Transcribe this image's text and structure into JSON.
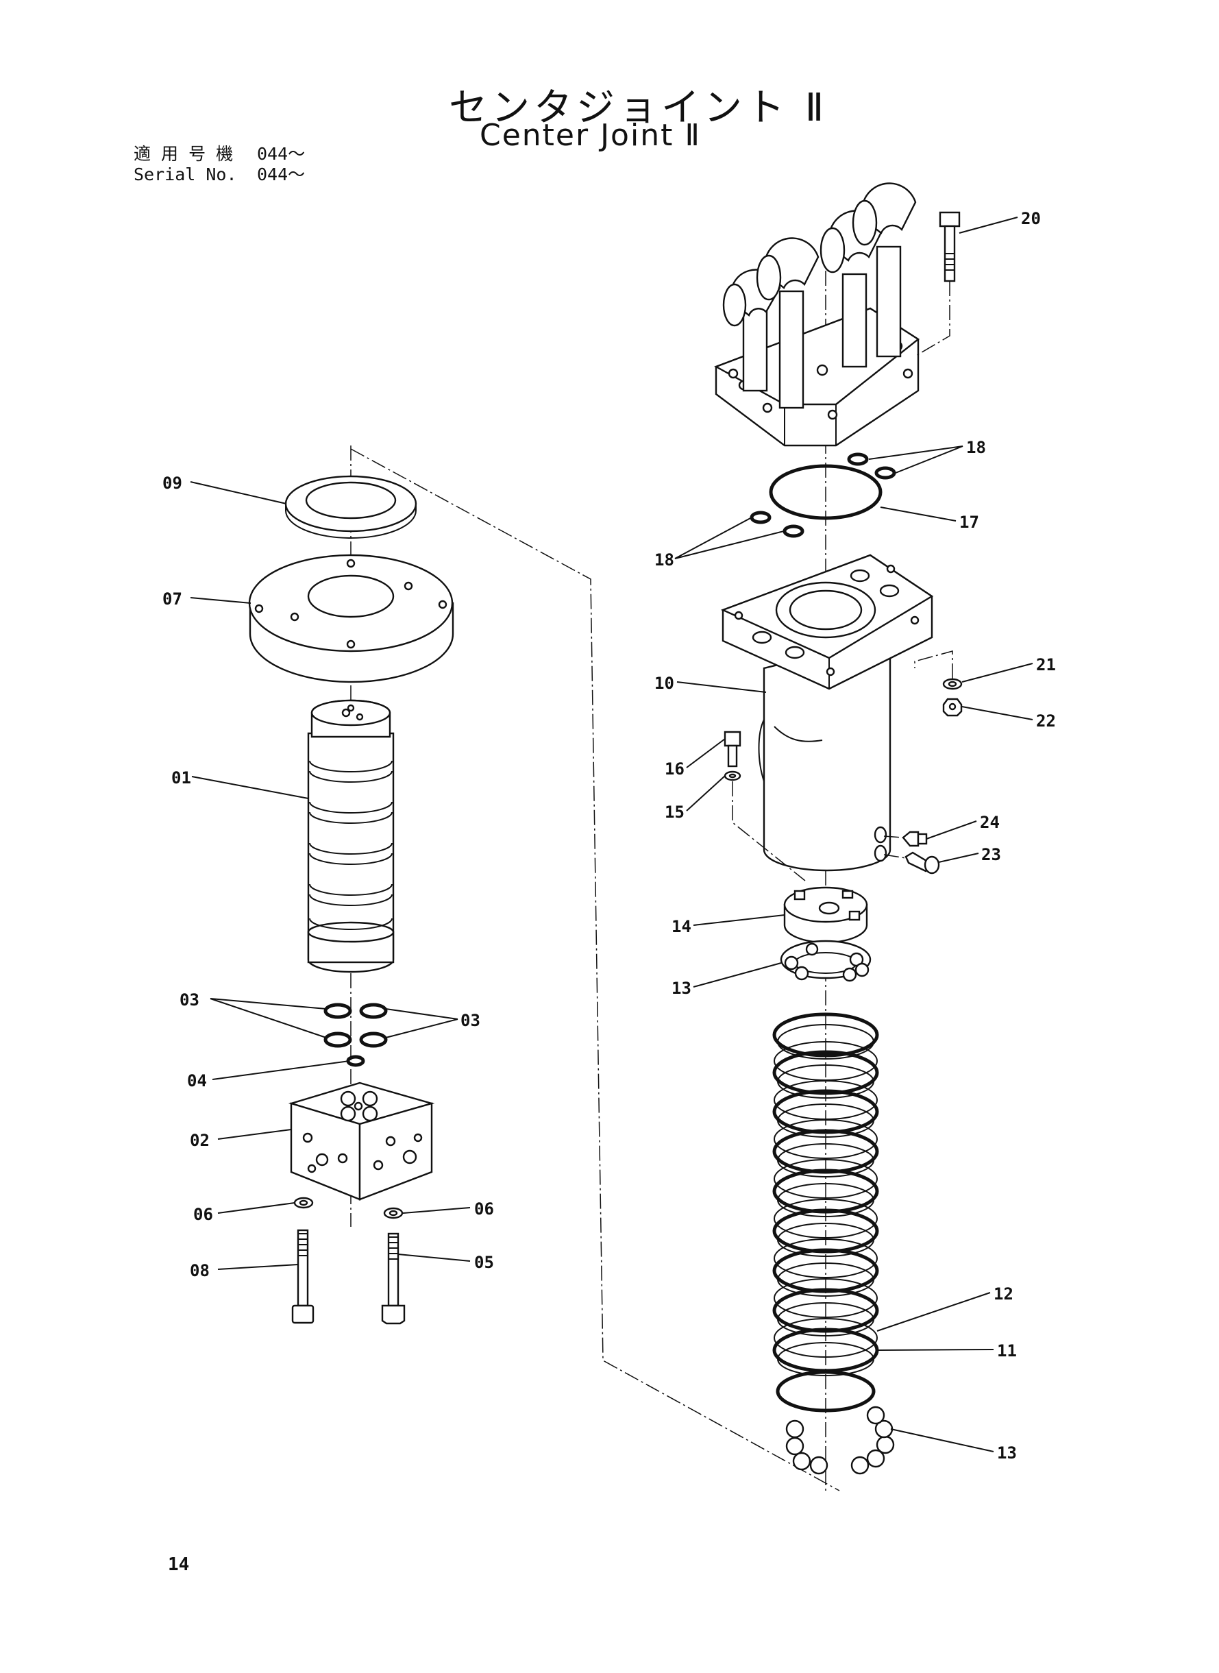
{
  "title": {
    "jp": "センタジョイント Ⅱ",
    "en": "Center Joint Ⅱ"
  },
  "serial": [
    {
      "label": "適 用 号 機",
      "value": "044～"
    },
    {
      "label": "Serial No.",
      "value": "044～"
    }
  ],
  "page_number": "14",
  "parts": [
    {
      "id": "p01",
      "label": "01"
    },
    {
      "id": "p02",
      "label": "02"
    },
    {
      "id": "p03a",
      "label": "03"
    },
    {
      "id": "p03b",
      "label": "03"
    },
    {
      "id": "p04",
      "label": "04"
    },
    {
      "id": "p05",
      "label": "05"
    },
    {
      "id": "p06a",
      "label": "06"
    },
    {
      "id": "p06b",
      "label": "06"
    },
    {
      "id": "p07",
      "label": "07"
    },
    {
      "id": "p08",
      "label": "08"
    },
    {
      "id": "p09",
      "label": "09"
    },
    {
      "id": "p10",
      "label": "10"
    },
    {
      "id": "p11",
      "label": "11"
    },
    {
      "id": "p12",
      "label": "12"
    },
    {
      "id": "p13a",
      "label": "13"
    },
    {
      "id": "p13b",
      "label": "13"
    },
    {
      "id": "p14",
      "label": "14"
    },
    {
      "id": "p15",
      "label": "15"
    },
    {
      "id": "p16",
      "label": "16"
    },
    {
      "id": "p17",
      "label": "17"
    },
    {
      "id": "p18a",
      "label": "18"
    },
    {
      "id": "p18b",
      "label": "18"
    },
    {
      "id": "p20",
      "label": "20"
    },
    {
      "id": "p21",
      "label": "21"
    },
    {
      "id": "p22",
      "label": "22"
    },
    {
      "id": "p23",
      "label": "23"
    },
    {
      "id": "p24",
      "label": "24"
    }
  ]
}
